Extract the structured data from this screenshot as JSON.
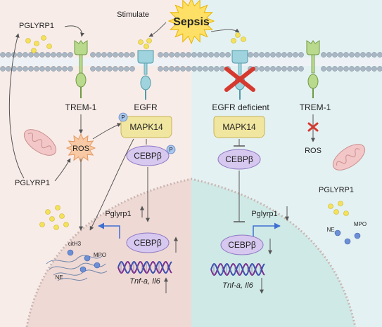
{
  "labels": {
    "sepsis": "Sepsis",
    "stimulate": "Stimulate",
    "pglyrp1_top": "PGLYRP1",
    "trem1_left": "TREM-1",
    "egfr": "EGFR",
    "egfr_deficient": "EGFR deficient",
    "trem1_right": "TREM-1",
    "mapk14_left": "MAPK14",
    "mapk14_right": "MAPK14",
    "ros_left": "ROS",
    "ros_right": "ROS",
    "pglyrp1_left": "PGLYRP1",
    "pglyrp1_right": "PGLYRP1",
    "cebpb_left_cyto": "CEBPβ",
    "cebpb_right_cyto": "CEBPβ",
    "cebpb_left_nuc": "CEBPβ",
    "cebpb_right_nuc": "CEBPβ",
    "pglyrp1_gene_left": "Pglyrp1",
    "pglyrp1_gene_right": "Pglyrp1",
    "genes_left": "Tnf-a, Il6",
    "genes_right": "Tnf-a, Il6",
    "cith3": "citH3",
    "mpo_left": "MPO",
    "ne_left": "NE",
    "mpo_right": "MPO",
    "ne_right": "NE",
    "p_mapk": "P",
    "p_cebpb": "P"
  },
  "colors": {
    "left_bg": "#f8ece8",
    "right_bg": "#e4f1f2",
    "nucleus_left": "#efd9d5",
    "nucleus_right": "#cfe9e6",
    "membrane_head": "#a9b6c3",
    "receptor_green": "#b9d98d",
    "receptor_blue": "#9fd3dd",
    "mapk_yellow": "#f1e6a0",
    "cebpb_purple": "#d7c8ef",
    "ros_burst": "#f7c9a5",
    "sepsis_burst": "#ffe066",
    "ligand_yellow": "#f4e15c",
    "mpo_blue": "#6d8fd6",
    "inhibit_red": "#d63a2f",
    "arrow_blue": "#3f6fd1",
    "dna_purple": "#7a2e8f",
    "dna_blue": "#3a4fb0"
  }
}
